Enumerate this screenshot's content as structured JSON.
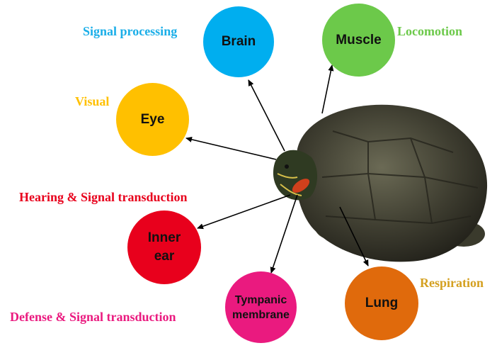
{
  "organs": {
    "brain": {
      "label": "Brain",
      "color": "#00aeef"
    },
    "muscle": {
      "label": "Muscle",
      "color": "#6cc94a"
    },
    "eye": {
      "label": "Eye",
      "color": "#ffc000"
    },
    "inner_ear": {
      "label_line1": "Inner",
      "label_line2": "ear",
      "color": "#e8001c"
    },
    "tympanic": {
      "label_line1": "Tympanic",
      "label_line2": "membrane",
      "color": "#ea1a7f"
    },
    "lung": {
      "label": "Lung",
      "color": "#e06a0c"
    }
  },
  "functions": {
    "signal_processing": {
      "text": "Signal processing",
      "color": "#1aaee8"
    },
    "locomotion": {
      "text": "Locomotion",
      "color": "#6cc94a"
    },
    "visual": {
      "text": "Visual",
      "color": "#ffc000"
    },
    "hearing": {
      "text": "Hearing & Signal transduction",
      "color": "#e8001c"
    },
    "defense": {
      "text": "Defense & Signal transduction",
      "color": "#ea1a7f"
    },
    "respiration": {
      "text": "Respiration",
      "color": "#d4a020"
    }
  },
  "turtle": {
    "subject": "red-eared slider turtle"
  }
}
